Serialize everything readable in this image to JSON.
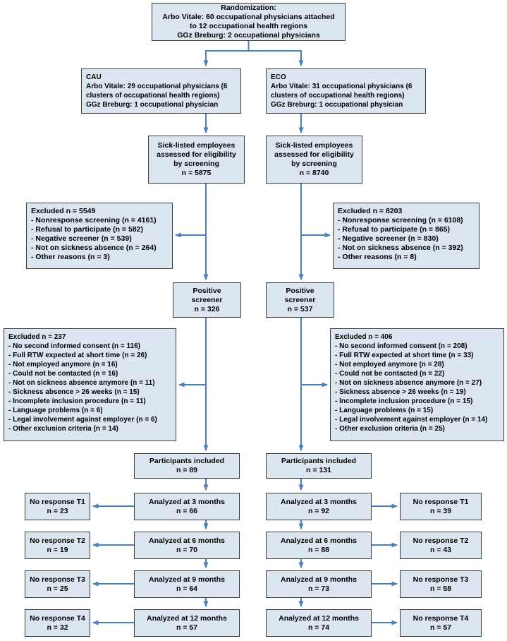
{
  "colors": {
    "box_fill": "#dce6f1",
    "box_border": "#3b3b3b",
    "arrow": "#4a7ebc",
    "text": "#000000",
    "background": "#ffffff"
  },
  "randomization": {
    "lines": [
      "Randomization:",
      "Arbo Vitale: 60 occupational physicians attached",
      "to 12 occupational health regions",
      "GGz Breburg: 2 occupational physicians"
    ]
  },
  "arms": {
    "cau": {
      "allocation": [
        "CAU",
        "Arbo Vitale: 29 occupational physicians (6",
        "clusters of occupational health regions)",
        "GGz Breburg: 1 occupational physician"
      ],
      "screening": [
        "Sick-listed employees",
        "assessed for eligibility",
        "by screening",
        "n = 5875"
      ],
      "excluded_screening": [
        "Excluded n = 5549",
        "- Nonresponse screening (n = 4161)",
        "- Refusal to participate (n = 582)",
        "- Negative screener (n = 539)",
        "- Not on sickness absence (n = 264)",
        "- Other reasons (n = 3)"
      ],
      "positive_screener": [
        "Positive",
        "screener",
        "n = 326"
      ],
      "excluded_inclusion": [
        "Excluded n = 237",
        "- No second informed consent (n = 116)",
        "- Full RTW expected at short time (n = 26)",
        "- Not employed anymore (n = 16)",
        "- Could not be contacted (n = 16)",
        "- Not on sickness absence anymore (n = 11)",
        "- Sickness absence > 26 weeks (n = 15)",
        "- Incomplete inclusion procedure (n = 11)",
        "- Language problems (n = 6)",
        "- Legal involvement against employer (n = 6)",
        "- Other exclusion criteria (n = 14)"
      ],
      "included": [
        "Participants included",
        "n = 89"
      ],
      "followups": [
        {
          "analyzed": [
            "Analyzed at 3 months",
            "n = 66"
          ],
          "no_response": [
            "No response T1",
            "n = 23"
          ]
        },
        {
          "analyzed": [
            "Analyzed at 6 months",
            "n = 70"
          ],
          "no_response": [
            "No response T2",
            "n = 19"
          ]
        },
        {
          "analyzed": [
            "Analyzed at 9 months",
            "n = 64"
          ],
          "no_response": [
            "No response T3",
            "n = 25"
          ]
        },
        {
          "analyzed": [
            "Analyzed at 12 months",
            "n = 57"
          ],
          "no_response": [
            "No response T4",
            "n = 32"
          ]
        }
      ]
    },
    "eco": {
      "allocation": [
        "ECO",
        "Arbo Vitale: 31 occupational physicians (6",
        "clusters of occupational health regions)",
        "GGz Breburg: 1 occupational physician"
      ],
      "screening": [
        "Sick-listed employees",
        "assessed for eligibility",
        "by screening",
        "n = 8740"
      ],
      "excluded_screening": [
        "Excluded n = 8203",
        "- Nonresponse screening (n = 6108)",
        "- Refusal to participate (n = 865)",
        "- Negative screener (n = 830)",
        "- Not on sickness absence (n = 392)",
        "- Other reasons (n = 8)"
      ],
      "positive_screener": [
        "Positive",
        "screener",
        "n = 537"
      ],
      "excluded_inclusion": [
        "Excluded n = 406",
        "- No second informed consent (n = 208)",
        "- Full RTW expected at short time (n = 33)",
        "- Not employed anymore (n = 28)",
        "- Could not be contacted (n = 22)",
        "- Not on sickness absence anymore (n = 27)",
        "- Sickness absence > 26 weeks (n = 19)",
        "- Incomplete inclusion procedure (n = 15)",
        "- Language problems (n = 15)",
        "- Legal involvement against employer (n = 14)",
        "- Other exclusion criteria (n = 25)"
      ],
      "included": [
        "Participants included",
        "n = 131"
      ],
      "followups": [
        {
          "analyzed": [
            "Analyzed at 3 months",
            "n = 92"
          ],
          "no_response": [
            "No response T1",
            "n = 39"
          ]
        },
        {
          "analyzed": [
            "Analyzed at 6 months",
            "n = 88"
          ],
          "no_response": [
            "No response T2",
            "n = 43"
          ]
        },
        {
          "analyzed": [
            "Analyzed at 9 months",
            "n = 73"
          ],
          "no_response": [
            "No response T3",
            "n = 58"
          ]
        },
        {
          "analyzed": [
            "Analyzed at 12 months",
            "n = 74"
          ],
          "no_response": [
            "No response T4",
            "n = 57"
          ]
        }
      ]
    }
  }
}
